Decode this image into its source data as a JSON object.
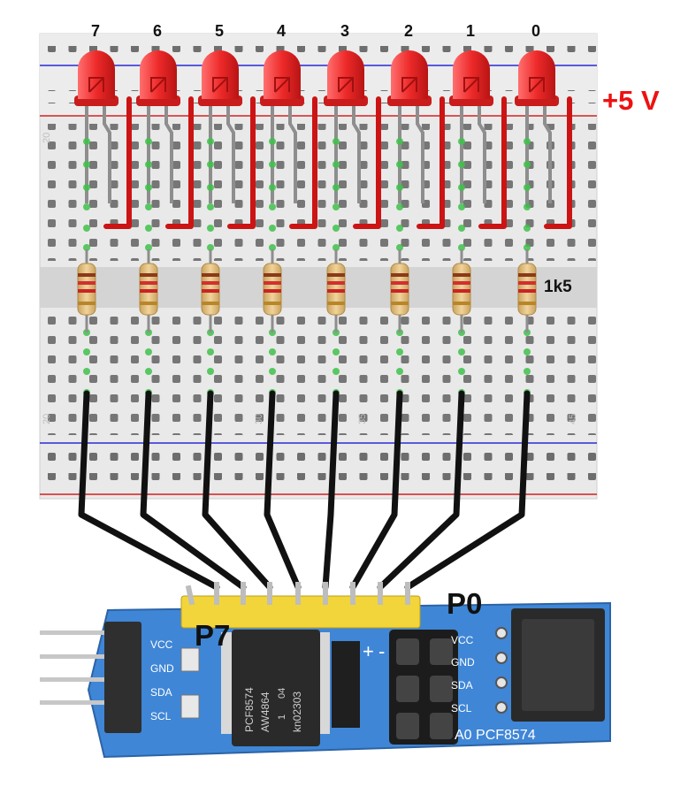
{
  "led_numbers": [
    "7",
    "6",
    "5",
    "4",
    "3",
    "2",
    "1",
    "0"
  ],
  "supply_label": "+5 V",
  "resistor_label": "1k5",
  "breadboard_column_numbers": [
    "20",
    "30",
    "35",
    "45"
  ],
  "module": {
    "first_pin_label": "P7",
    "last_pin_label": "P0",
    "left_header_pins": [
      "VCC",
      "GND",
      "SDA",
      "SCL"
    ],
    "right_header_pins": [
      "VCC",
      "GND",
      "SDA",
      "SCL"
    ],
    "chip_marking": [
      "PCF8574",
      "AW4864",
      "1",
      "04",
      "kn02303"
    ],
    "address_jumper_labels": [
      "+",
      "-"
    ],
    "board_marking": "A0 PCF8574"
  },
  "colors": {
    "led": "#e8292b",
    "supply_label": "#ee1111",
    "supply_wire": "#cc1414",
    "signal_wire": "#111111",
    "module_board": "#3f86d6",
    "header_pins": "#f2d53a",
    "breadboard": "#e6e6e6",
    "rail_blue": "#2a2ad8",
    "rail_red": "#d42020",
    "hole_green": "#3fc14a"
  },
  "icons": [
    "led-icon",
    "resistor-icon",
    "ic-chip-icon",
    "pin-header-icon",
    "jumper-icon",
    "socket-icon"
  ]
}
